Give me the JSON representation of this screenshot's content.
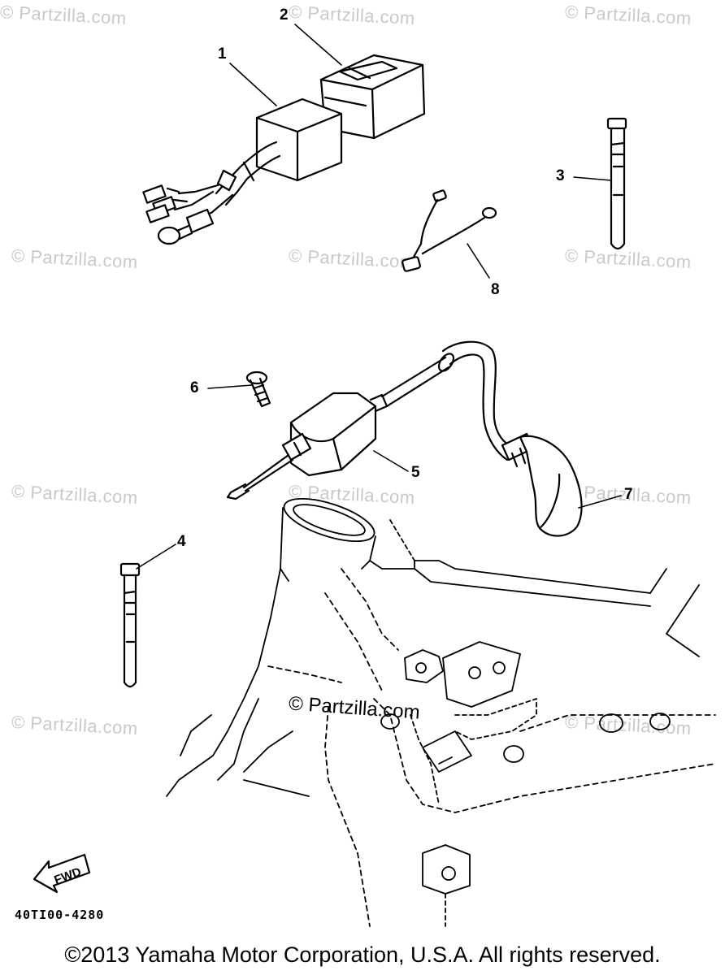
{
  "watermark_text": "© Partzilla.com",
  "center_watermark_text": "© Partzilla.com",
  "callouts": {
    "c1": "1",
    "c2": "2",
    "c3": "3",
    "c4": "4",
    "c5": "5",
    "c6": "6",
    "c7": "7",
    "c8": "8"
  },
  "fwd_label": "FWD",
  "diagram_code": "40TI00-4280",
  "copyright": "©2013 Yamaha Motor Corporation, U.S.A. All rights reserved."
}
